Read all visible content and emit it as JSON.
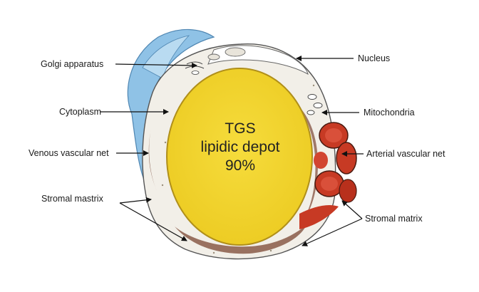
{
  "center": {
    "line1": "TGS",
    "line2": "lipidic depot",
    "line3": "90%"
  },
  "labels": {
    "golgi": "Golgi apparatus",
    "cytoplasm": "Cytoplasm",
    "venous": "Venous vascular net",
    "stromal_left": "Stromal mastrix",
    "nucleus": "Nucleus",
    "mitochondria": "Mitochondria",
    "arterial": "Arterial vascular net",
    "stromal_right": "Stromal matrix"
  },
  "colors": {
    "lipid": "#f2d22e",
    "lipid_edge": "#b08f1a",
    "cytoplasm": "#f2efe8",
    "venous": "#8fc2e6",
    "arterial": "#c73a24",
    "stroma": "#8a5a48",
    "arrow": "#111111"
  }
}
